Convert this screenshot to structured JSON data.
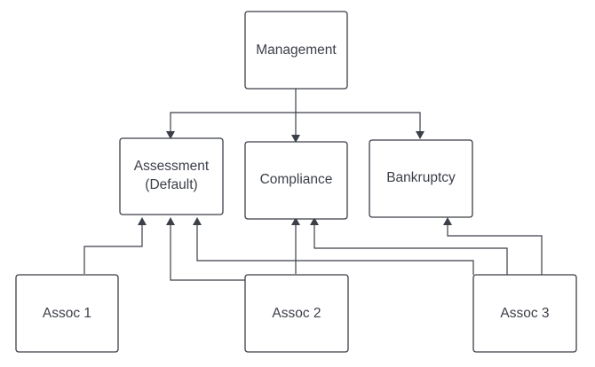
{
  "nodes": {
    "management": {
      "label": "Management"
    },
    "assessment": {
      "label_line1": "Assessment",
      "label_line2": "(Default)"
    },
    "compliance": {
      "label": "Compliance"
    },
    "bankruptcy": {
      "label": "Bankruptcy"
    },
    "assoc1": {
      "label": "Assoc 1"
    },
    "assoc2": {
      "label": "Assoc 2"
    },
    "assoc3": {
      "label": "Assoc 3"
    }
  },
  "edges": [
    {
      "from": "management",
      "to": "assessment"
    },
    {
      "from": "management",
      "to": "compliance"
    },
    {
      "from": "management",
      "to": "bankruptcy"
    },
    {
      "from": "assoc1",
      "to": "assessment"
    },
    {
      "from": "assoc2",
      "to": "assessment"
    },
    {
      "from": "assoc2",
      "to": "compliance"
    },
    {
      "from": "assoc3",
      "to": "assessment"
    },
    {
      "from": "assoc3",
      "to": "compliance"
    },
    {
      "from": "assoc3",
      "to": "bankruptcy"
    }
  ],
  "colors": {
    "stroke": "#3b3f48",
    "text": "#3b3f48",
    "background": "#ffffff"
  }
}
